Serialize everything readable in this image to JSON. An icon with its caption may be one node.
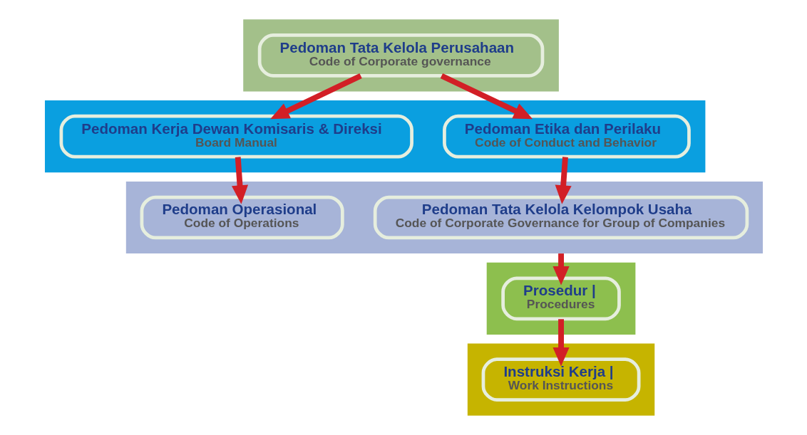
{
  "diagram": {
    "nodes": [
      {
        "text": [],
        "shape": "band"
      },
      {
        "text": [
          "Pedoman Tata Kelola Perusahaan",
          "Code of Corporate governance"
        ],
        "in": 0
      },
      {
        "text": [],
        "shape": "band"
      },
      {
        "text": [
          "Pedoman Etika dan Perilaku",
          "Code of Conduct and Behavior"
        ],
        "in": 2
      },
      {
        "text": [
          "Pedoman Kerja Dewan Komisaris & Direksi",
          "Board Manual"
        ],
        "in": 2
      },
      {
        "text": [],
        "shape": "band"
      },
      {
        "text": [
          "Pedoman Tata Kelola Kelompok Usaha",
          "Code of Corporate Governance for Group of Companies"
        ],
        "in": 5
      },
      {
        "text": [
          "Pedoman Operasional",
          "Code of Operations"
        ],
        "in": 5
      },
      {
        "text": [],
        "shape": "band"
      },
      {
        "text": [
          "Prosedur |",
          "Procedures"
        ],
        "in": 8
      },
      {
        "text": [],
        "shape": "band"
      },
      {
        "text": [
          "Instruksi Kerja |",
          "Work Instructions"
        ],
        "in": 10
      }
    ],
    "edges": [
      {
        "from": 1,
        "to": 3,
        "arrow": "to"
      },
      {
        "from": 1,
        "to": 4,
        "arrow": "to"
      },
      {
        "from": 3,
        "to": 6,
        "arrow": "to"
      },
      {
        "from": 4,
        "to": 7,
        "arrow": "to"
      },
      {
        "from": 5,
        "to": 9,
        "arrow": "to"
      },
      {
        "from": 9,
        "to": 11,
        "arrow": "to"
      }
    ]
  }
}
